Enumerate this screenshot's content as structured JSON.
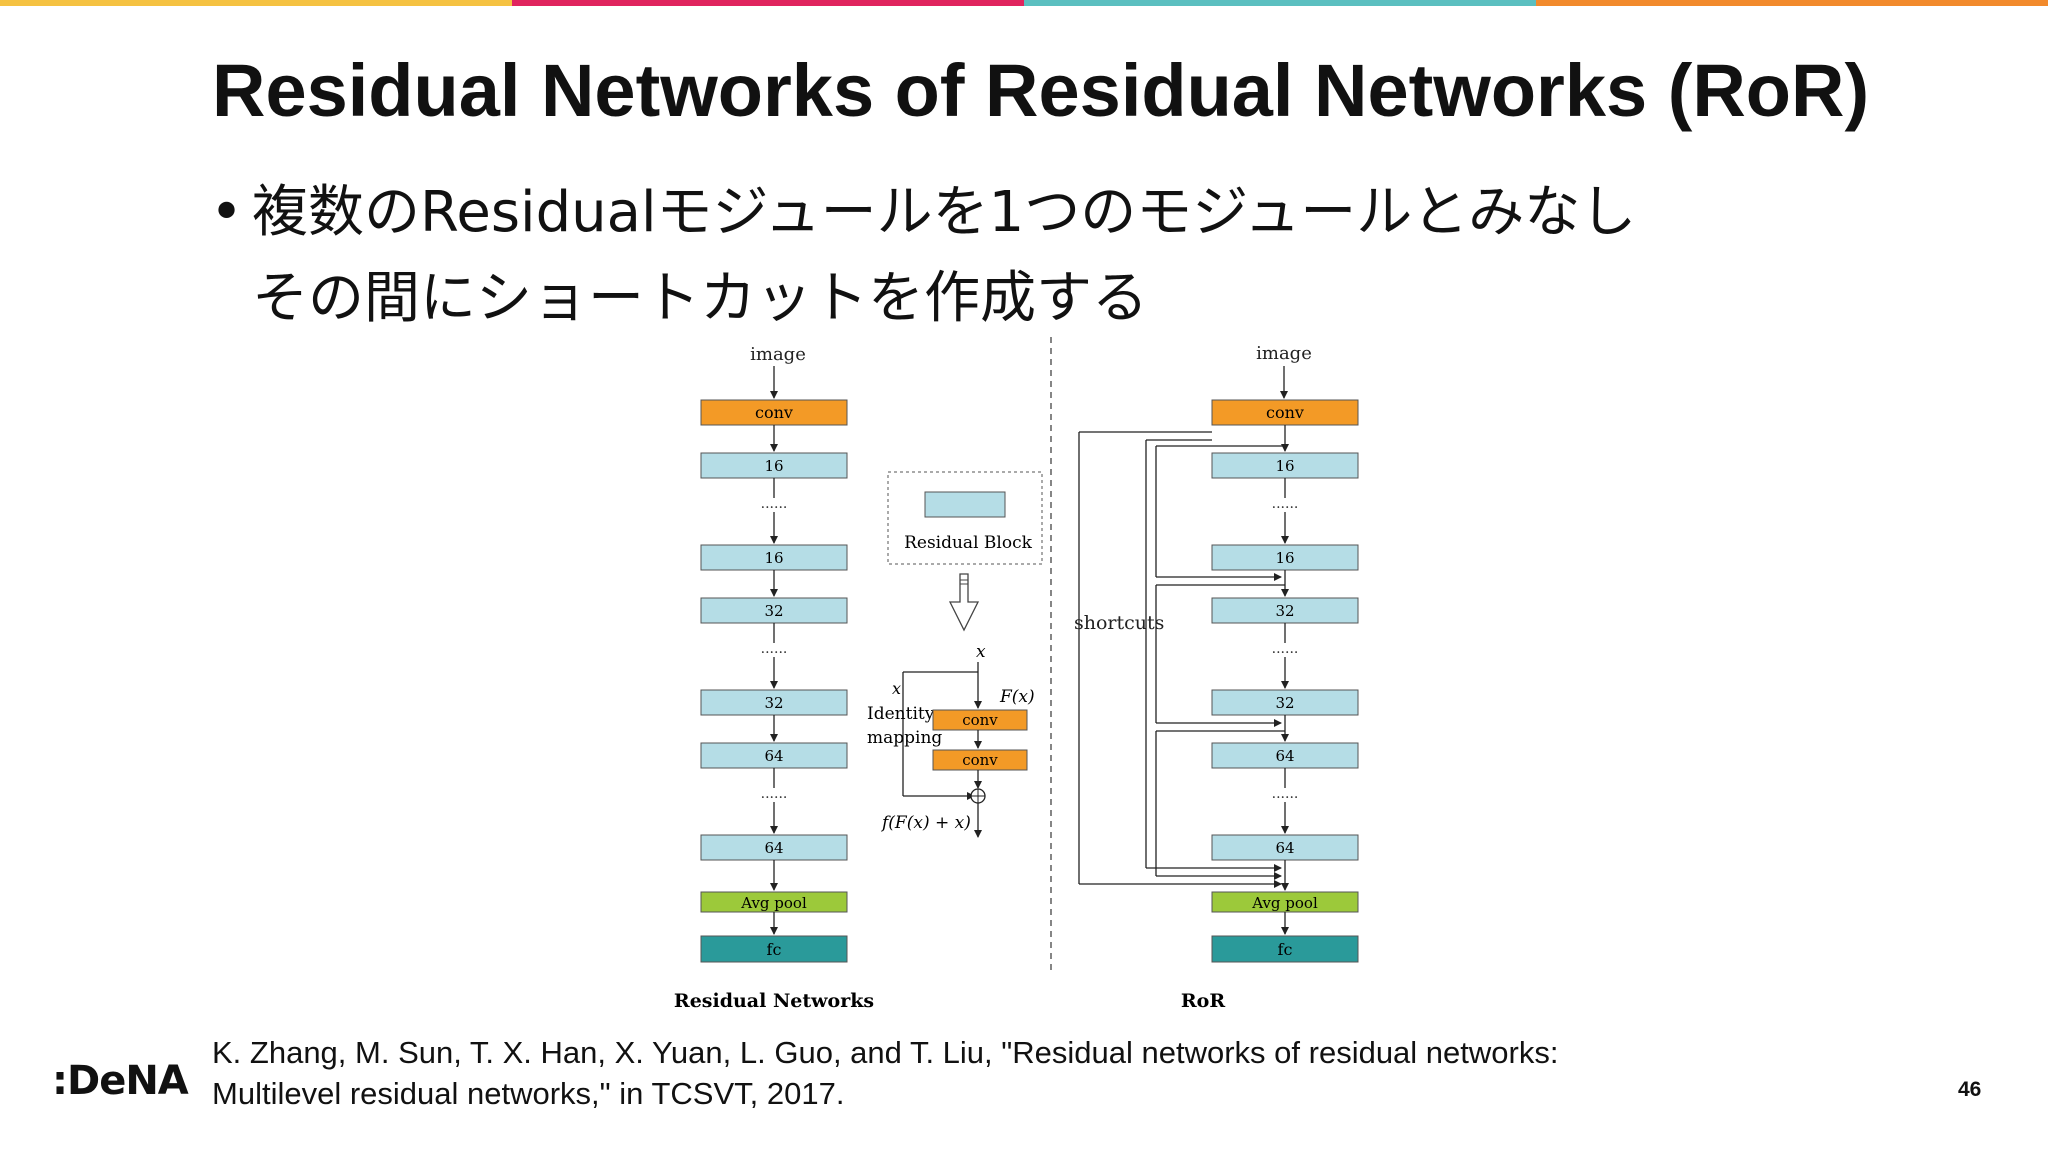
{
  "slide": {
    "title": "Residual Networks of Residual Networks (RoR)",
    "bullet": {
      "line1": "複数のResidualモジュールを1つのモジュールとみなし",
      "line2": "その間にショートカットを作成する"
    },
    "citation": {
      "line1": "K. Zhang, M. Sun, T. X. Han, X. Yuan, L. Guo, and T. Liu, \"Residual networks of residual networks:",
      "line2": "Multilevel residual networks,\" in TCSVT, 2017."
    },
    "logo_text": ":DeNA",
    "page_number": "46",
    "stripe_colors": [
      "#f5c242",
      "#e0245e",
      "#5bbfc0",
      "#f28a2c"
    ]
  },
  "diagram": {
    "input_label": "image",
    "layers": [
      "conv",
      "16",
      "16",
      "32",
      "32",
      "64",
      "64",
      "Avg pool",
      "fc"
    ],
    "ellipsis": "......",
    "block_legend": "Residual Block",
    "detail": {
      "x_top": "x",
      "x_side": "x",
      "fx": "F(x)",
      "identity1": "Identity",
      "identity2": "mapping",
      "conv1": "conv",
      "conv2": "conv",
      "output": "f(F(x) + x)"
    },
    "shortcuts_label": "shortcuts",
    "caption_left": "Residual Networks",
    "caption_right": "RoR",
    "colors": {
      "conv": "#f39a26",
      "block": "#b5dde6",
      "avgpool": "#9cc93a",
      "fc": "#2a9a9a"
    }
  }
}
